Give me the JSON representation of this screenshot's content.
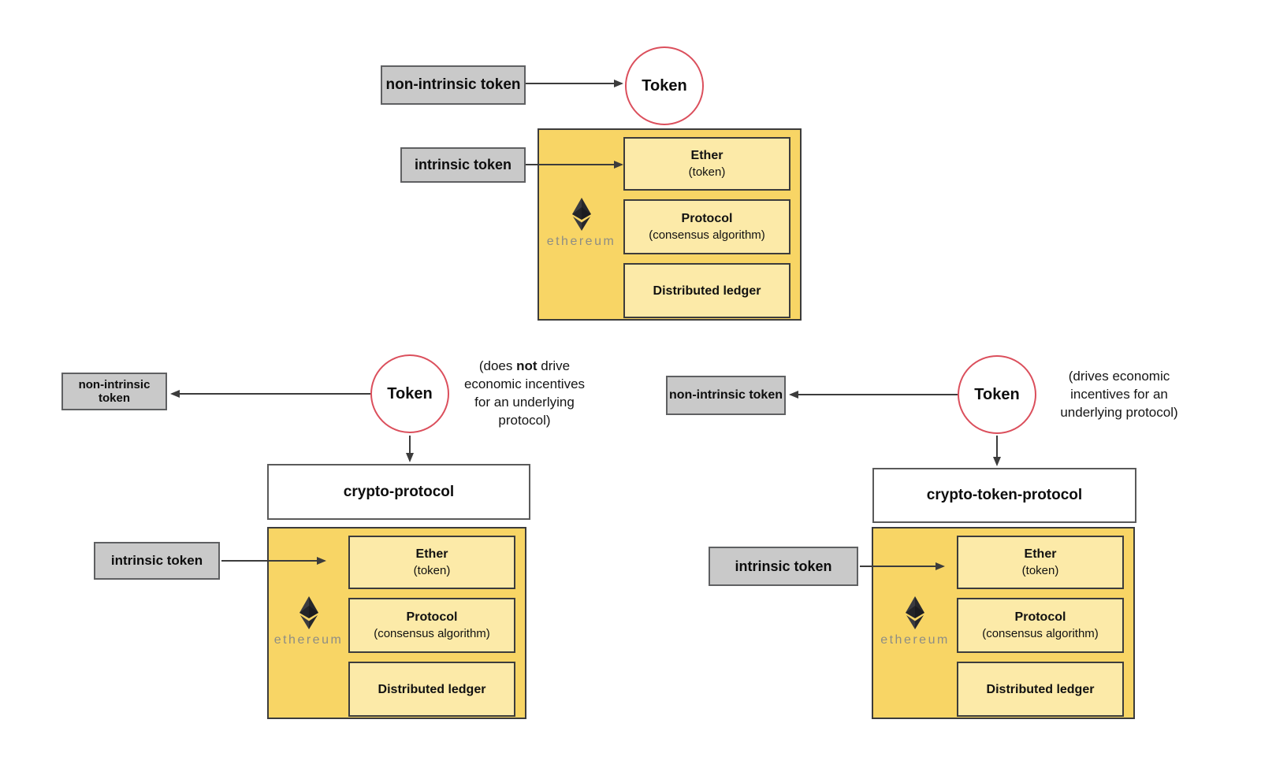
{
  "colors": {
    "panel_yellow": "#F8D565",
    "inner_yellow": "#FCEAA8",
    "gray_fill": "#C9C9C9",
    "gray_border": "#5F6062",
    "circle_red": "#DB4F5C",
    "dark_line": "#3C3C3C"
  },
  "ethereum_panel": {
    "brand": "ethereum",
    "ether_title": "Ether",
    "ether_subtitle": "(token)",
    "protocol_title": "Protocol",
    "protocol_subtitle": "(consensus algorithm)",
    "ledger_title": "Distributed ledger"
  },
  "top": {
    "non_intrinsic_label": "non-intrinsic token",
    "token_label": "Token",
    "intrinsic_label": "intrinsic token"
  },
  "bottom_left": {
    "non_intrinsic_label": "non-intrinsic token",
    "token_label": "Token",
    "intrinsic_label": "intrinsic token",
    "protocol_box_label": "crypto-protocol",
    "annotation": {
      "line1_pre": "(does ",
      "line1_bold": "not",
      "line1_post": " drive",
      "line2": "economic incentives",
      "line3": "for an underlying",
      "line4": "protocol)"
    }
  },
  "bottom_right": {
    "non_intrinsic_label": "non-intrinsic token",
    "token_label": "Token",
    "intrinsic_label": "intrinsic token",
    "protocol_box_label": "crypto-token-protocol",
    "annotation": {
      "line1": "(drives economic",
      "line2": "incentives for an",
      "line3": "underlying protocol)"
    }
  }
}
